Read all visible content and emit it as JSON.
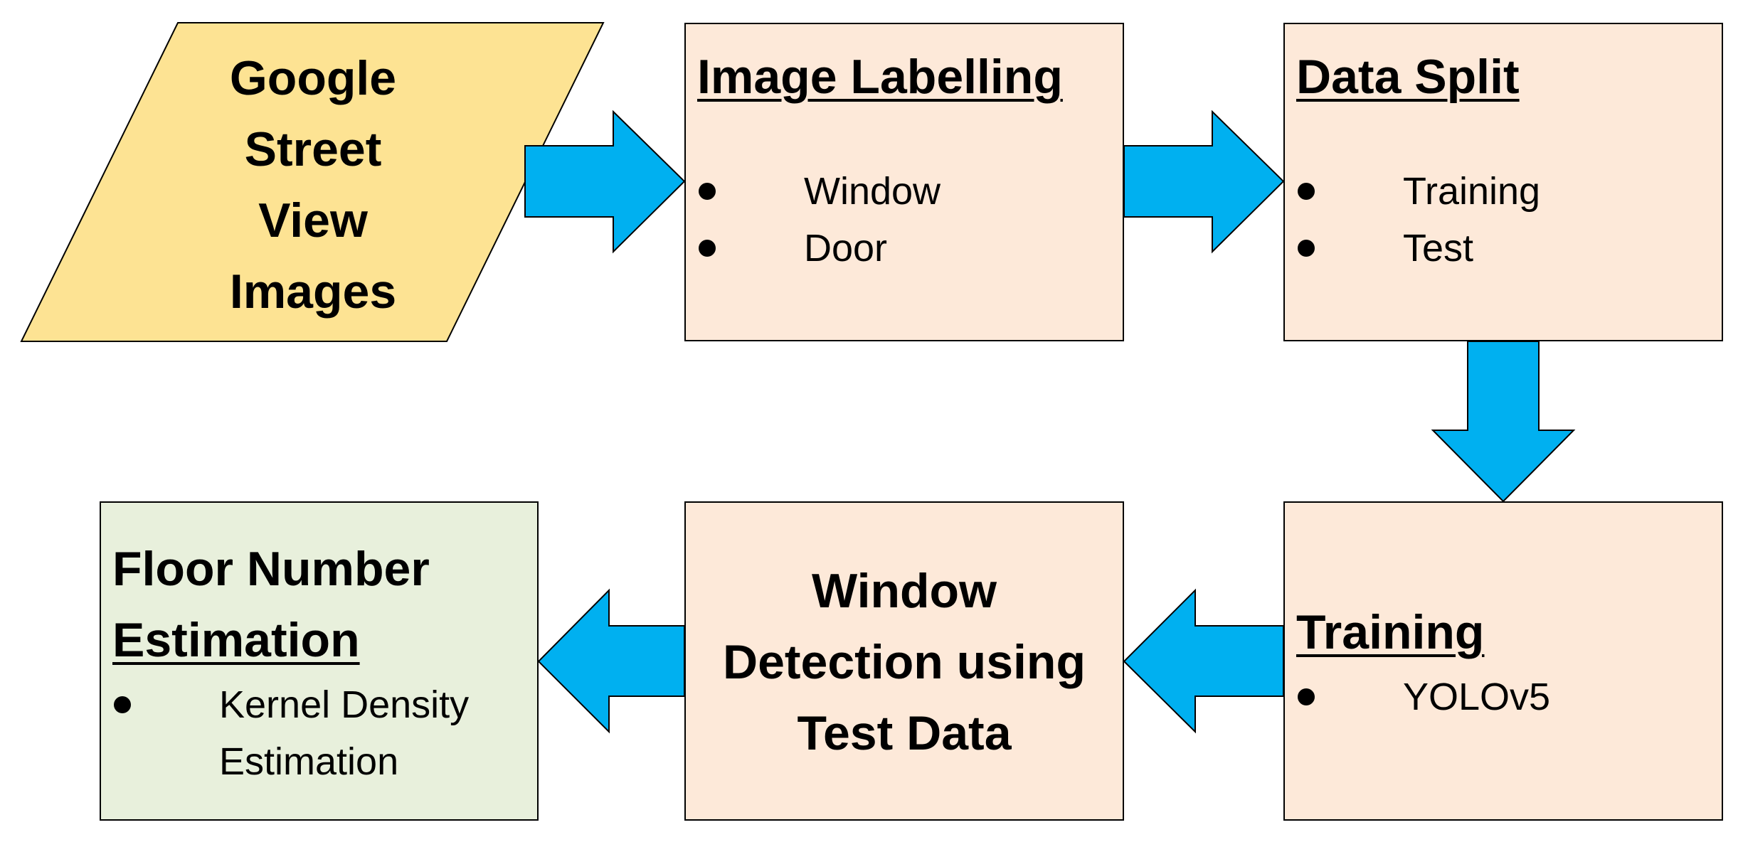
{
  "colors": {
    "input_fill": "#fde393",
    "process_fill": "#fde9d9",
    "output_fill": "#e8f0dc",
    "arrow_fill": "#00b0f0",
    "stroke": "#000000"
  },
  "input": {
    "lines": [
      "Google",
      "Street",
      "View",
      "Images"
    ]
  },
  "image_labelling": {
    "title": "Image Labelling",
    "items": [
      "Window",
      "Door"
    ]
  },
  "data_split": {
    "title": "Data Split",
    "items": [
      "Training",
      "Test"
    ]
  },
  "training": {
    "title": "Training",
    "items": [
      "YOLOv5"
    ]
  },
  "window_detection": {
    "lines": [
      "Window",
      "Detection using",
      "Test Data"
    ]
  },
  "floor_number": {
    "title_line1": "Floor Number",
    "title_line2": "Estimation",
    "items": [
      "Kernel Density Estimation"
    ],
    "item_line1": "Kernel Density",
    "item_line2": "Estimation"
  }
}
